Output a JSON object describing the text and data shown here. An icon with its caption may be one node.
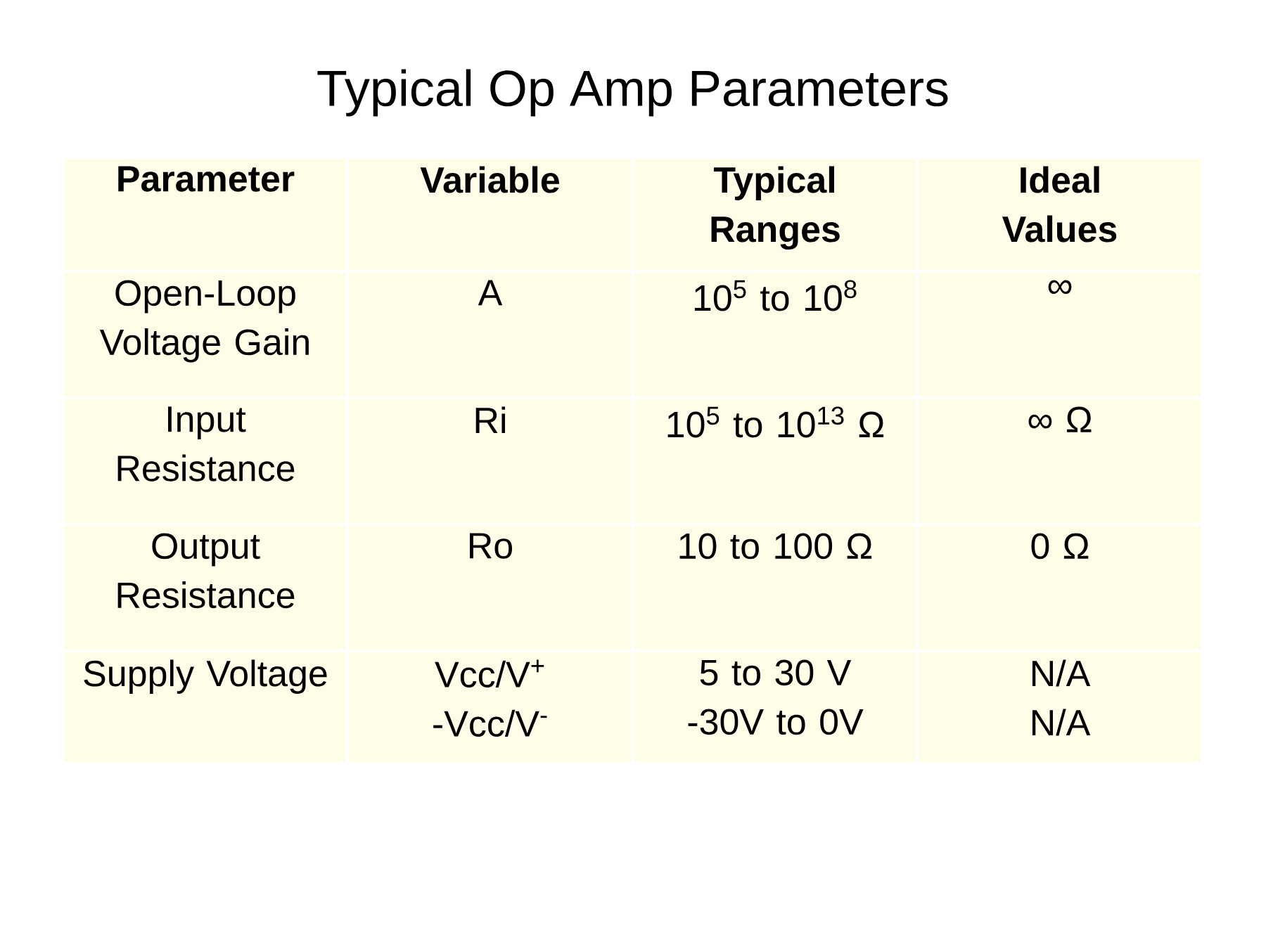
{
  "diagram": {
    "title": "Typical Op Amp Parameters",
    "labels": [
      "Parameter",
      "Variable",
      "Typical Ranges",
      "Ideal Values",
      "Open-Loop Voltage Gain",
      "A",
      "10$^{5}$ to 10$^{8}$",
      "∞",
      "Input Resistance",
      "Ri",
      "10$^{5}$ to 10$^{13}$ Ω",
      "∞ Ω",
      "Output Resistance",
      "Ro",
      "10 to 100 Ω",
      "0 Ω",
      "Supply Voltage",
      "Vcc/V$^{+}$ -Vcc/V$^{-}$",
      "5 to 30 V -30V to 0V",
      "N/A N/A"
    ]
  }
}
